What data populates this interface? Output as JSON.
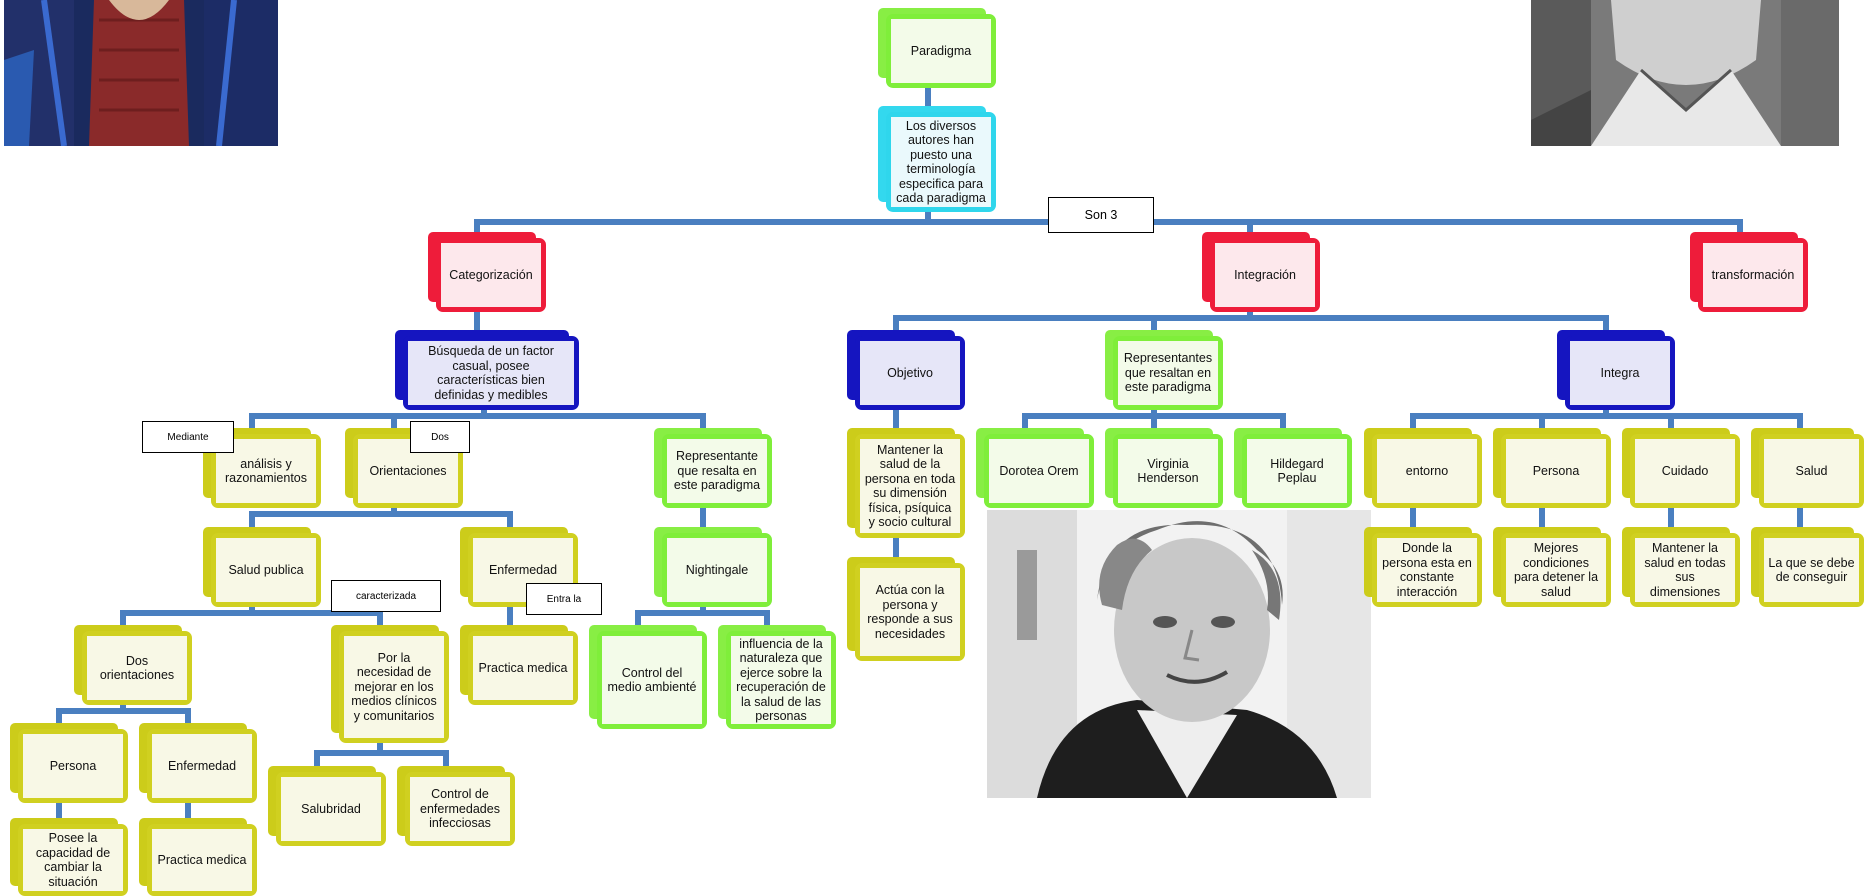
{
  "colors": {
    "connector": "#4a7fc0",
    "green": "#7fee3a",
    "cyan": "#2fd6ec",
    "red": "#ee1c3a",
    "blue": "#1515c0",
    "yellow": "#d0d020"
  },
  "nodes": {
    "paradigma": "Paradigma",
    "autores": "Los diversos autores han puesto una terminología especifica para cada paradigma",
    "categorizacion": "Categorización",
    "integracion": "Integración",
    "transformacion": "transformación",
    "busqueda": "Búsqueda de un factor casual, posee características bien definidas y medibles",
    "analisis": "análisis y razonamientos",
    "orientaciones": "Orientaciones",
    "representante_cat": "Representante que resalta en este paradigma",
    "salud_publica": "Salud publica",
    "enfermedad_cat": "Enfermedad",
    "nightingale": "Nightingale",
    "dos_orientaciones": "Dos orientaciones",
    "por_la_necesidad": "Por la necesidad de mejorar en los medios clínicos y comunitarios",
    "practica_medica_1": "Practica medica",
    "control_medio": "Control del medio ambienté",
    "influencia": "influencia de la naturaleza que ejerce sobre la recuperación de la salud de las personas",
    "persona_cat": "Persona",
    "enfermedad_cat2": "Enfermedad",
    "salubridad": "Salubridad",
    "control_enfermedades": "Control de enfermedades infecciosas",
    "posee_capacidad": "Posee la capacidad de cambiar la situación",
    "practica_medica_2": "Practica medica",
    "objetivo": "Objetivo",
    "representantes_int": "Representantes que resaltan en este paradigma",
    "integra": "Integra",
    "mantener_salud": "Mantener la salud de la persona en toda su dimensión física, psíquica y socio cultural",
    "actua": "Actúa con la persona y responde a sus necesidades",
    "dorotea": "Dorotea Orem",
    "virginia": "Virginia Henderson",
    "hildegard": "Hildegard Peplau",
    "entorno": "entorno",
    "persona_int": "Persona",
    "cuidado": "Cuidado",
    "salud": "Salud",
    "donde_persona": "Donde la persona esta en constante interacción",
    "mejores_condiciones": "Mejores condiciones para detener la salud",
    "mantener_dimensiones": "Mantener la salud en todas sus dimensiones",
    "la_que_se_debe": "La que se debe de conseguir"
  },
  "labels": {
    "son3": "Son 3",
    "mediante": "Mediante",
    "dos": "Dos",
    "caracterizada": "caracterizada",
    "entra_la": "Entra la"
  }
}
